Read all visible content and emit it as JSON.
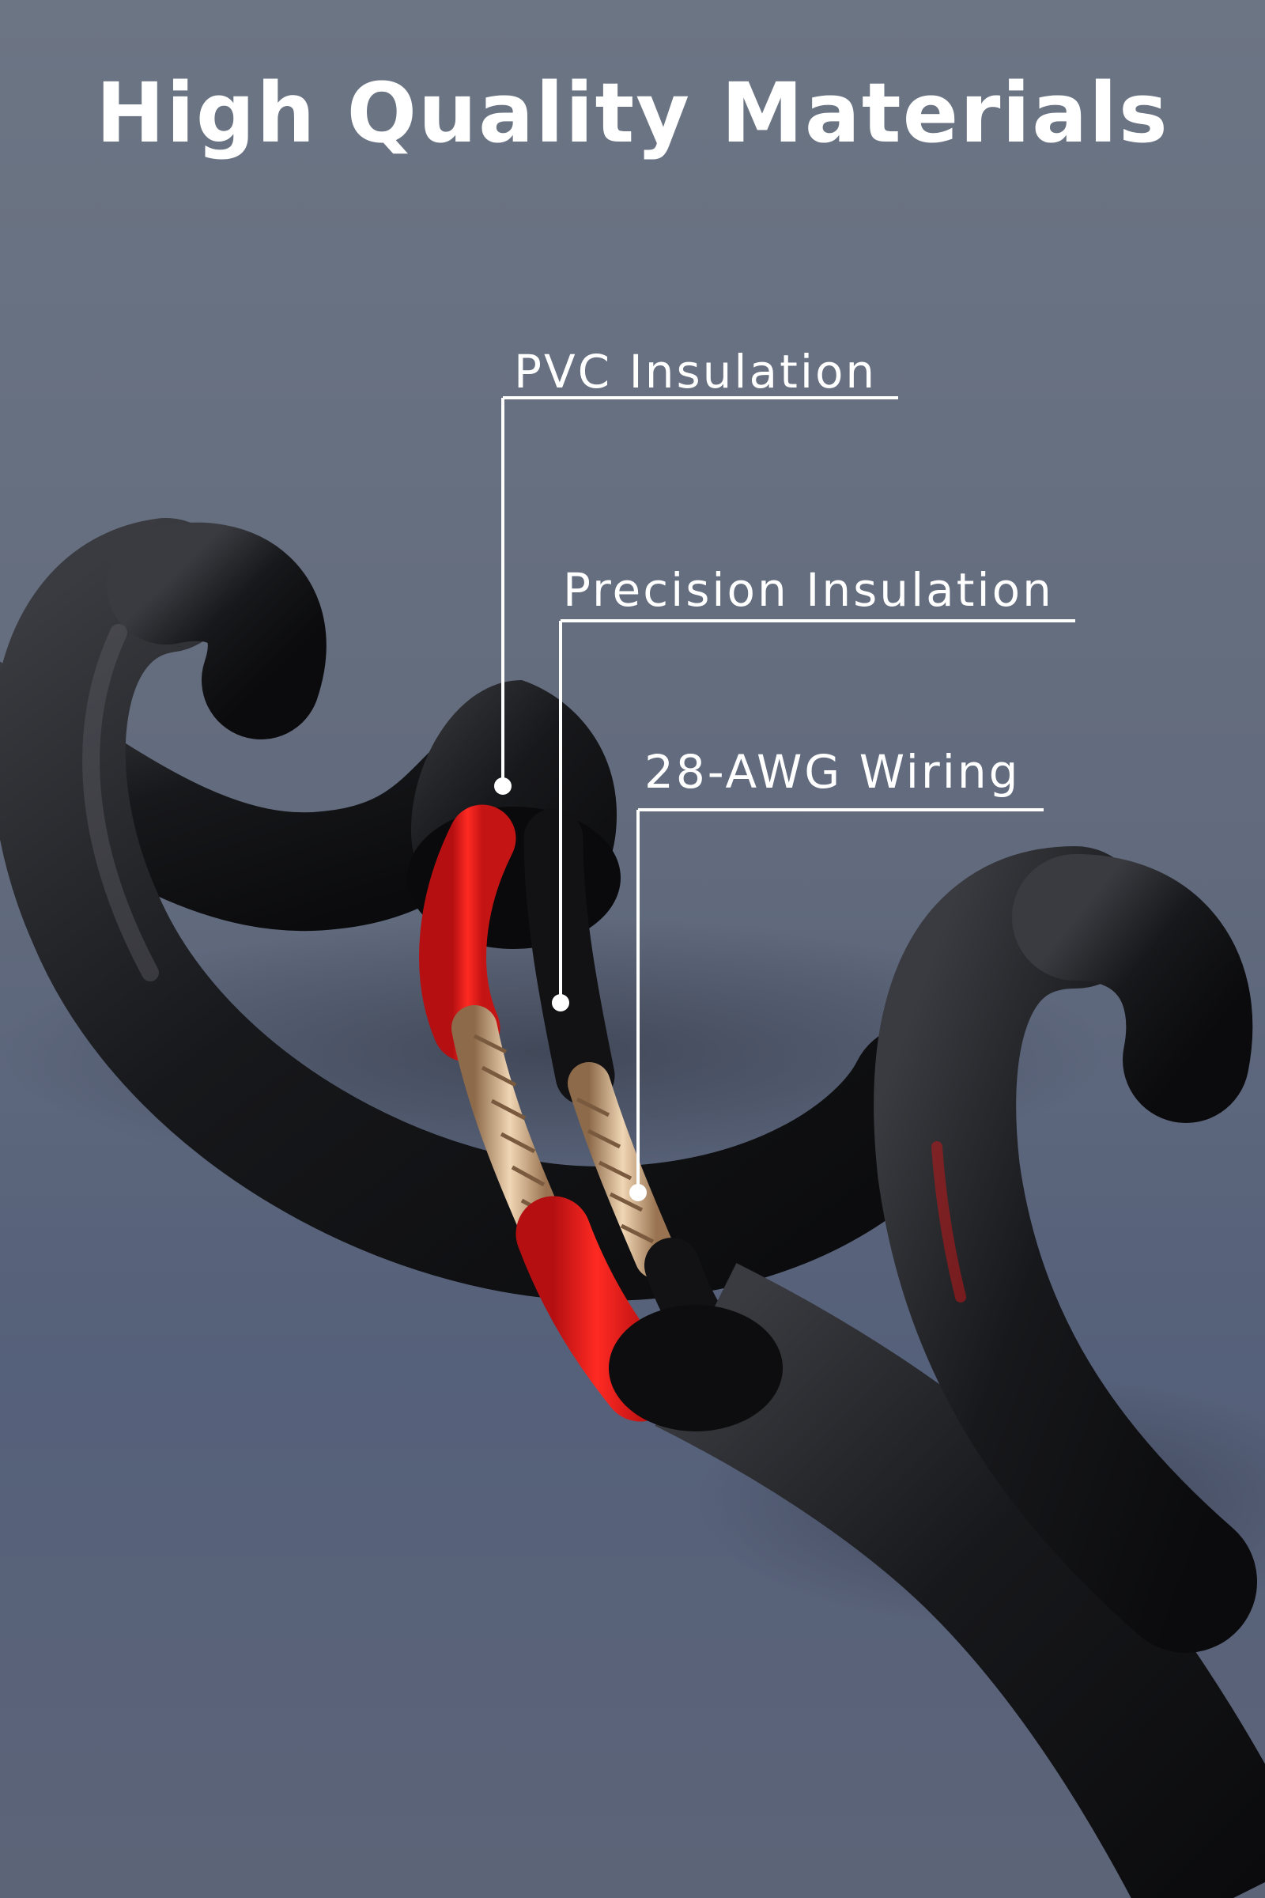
{
  "heading": "High Quality Materials",
  "callouts": {
    "pvc": "PVC Insulation",
    "precision": "Precision Insulation",
    "wiring": "28-AWG Wiring"
  },
  "colors": {
    "background": "#646d80",
    "cable_jacket": "#16171a",
    "red_insulation": "#e81c1c",
    "copper": "#c9a27a",
    "text": "#ffffff"
  }
}
